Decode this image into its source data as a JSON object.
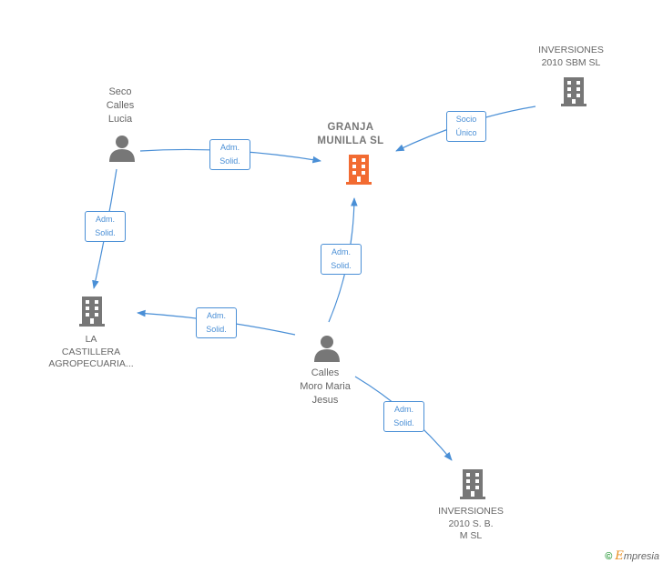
{
  "colors": {
    "edge": "#4a8fd6",
    "node_gray": "#777777",
    "focus_orange": "#f26b32"
  },
  "nodes": {
    "granja": {
      "lines": [
        "GRANJA",
        "MUNILLA  SL"
      ],
      "type": "company-focus"
    },
    "inv_sbm": {
      "lines": [
        "INVERSIONES",
        "2010 SBM  SL"
      ],
      "type": "company"
    },
    "seco": {
      "lines": [
        "Seco",
        "Calles",
        "Lucia"
      ],
      "type": "person"
    },
    "castillera": {
      "lines": [
        "LA",
        "CASTILLERA",
        "AGROPECUARIA..."
      ],
      "type": "company"
    },
    "calles_moro": {
      "lines": [
        "Calles",
        "Moro Maria",
        "Jesus"
      ],
      "type": "person"
    },
    "inv_sbm2": {
      "lines": [
        "INVERSIONES",
        "2010 S.  B.",
        "M SL"
      ],
      "type": "company"
    }
  },
  "edges": {
    "seco_granja": [
      "Adm.",
      "Solid."
    ],
    "inv_granja": [
      "Socio",
      "Único"
    ],
    "seco_castillera": [
      "Adm.",
      "Solid."
    ],
    "moro_granja": [
      "Adm.",
      "Solid."
    ],
    "moro_castillera": [
      "Adm.",
      "Solid."
    ],
    "moro_inv2": [
      "Adm.",
      "Solid."
    ]
  },
  "brand": {
    "symbol": "©",
    "initial": "E",
    "rest": "mpresia"
  }
}
